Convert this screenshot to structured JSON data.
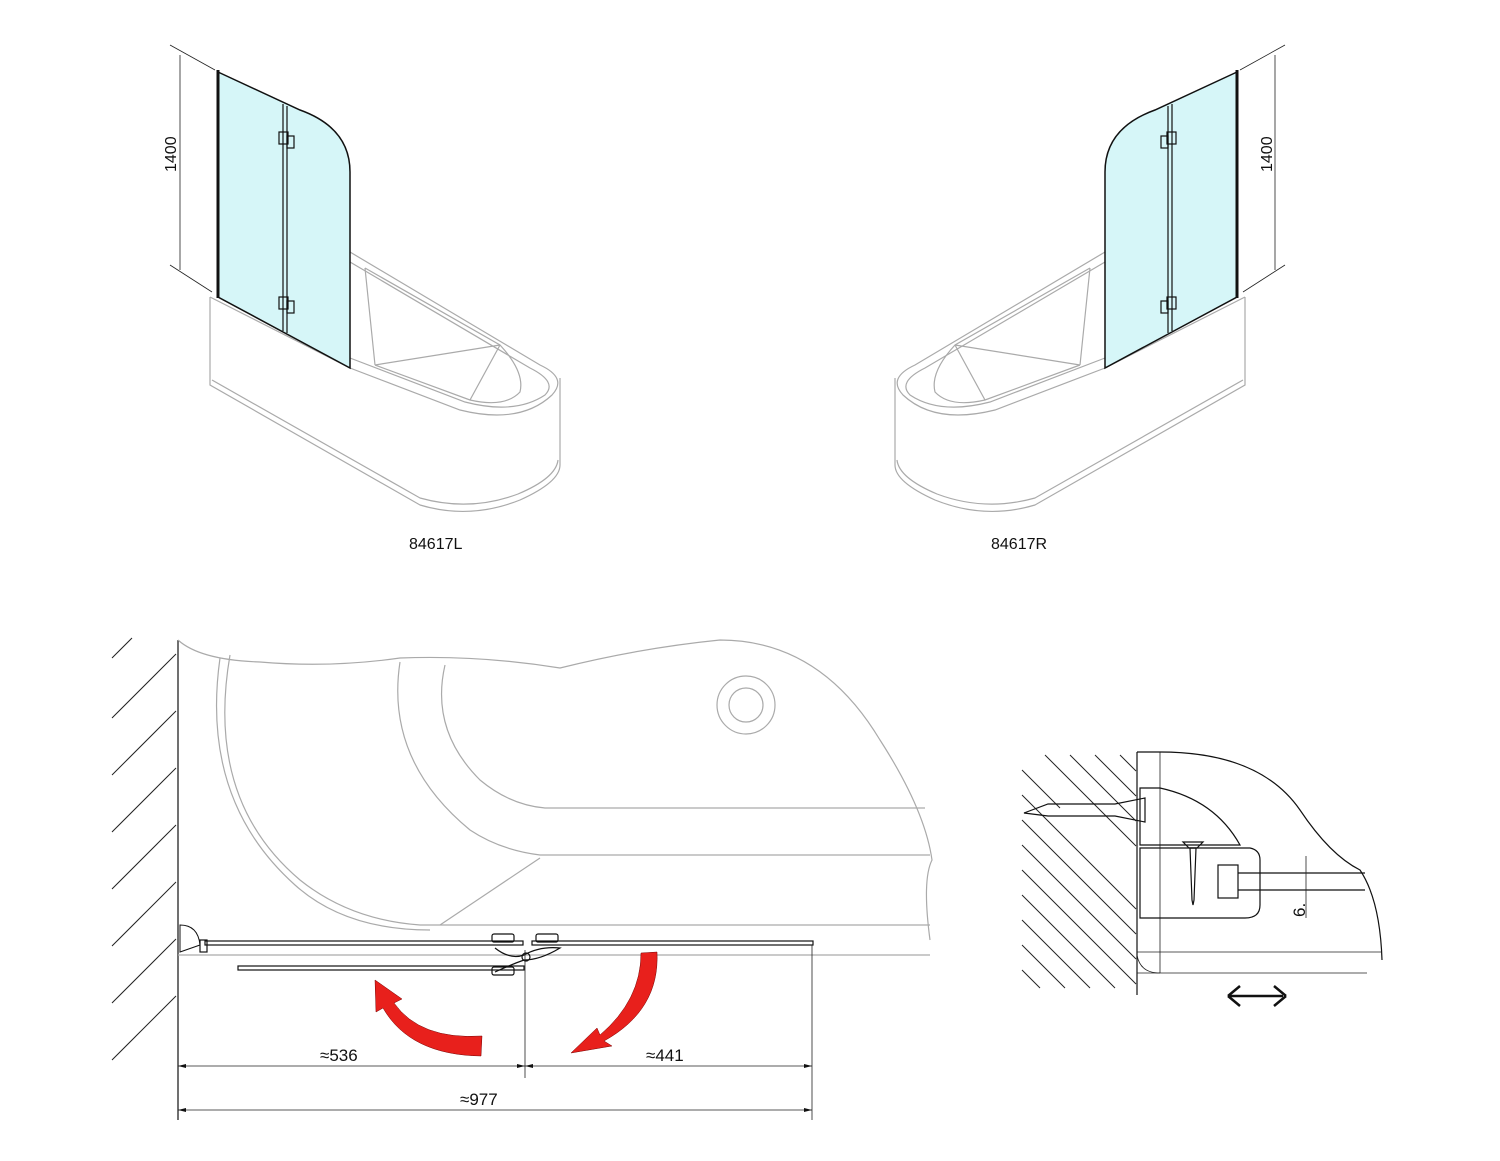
{
  "views": {
    "left": {
      "model_label": "84617L",
      "height_dim": "1400"
    },
    "right": {
      "model_label": "84617R",
      "height_dim": "1400"
    }
  },
  "plan": {
    "dim_left": "≈536",
    "dim_right": "≈441",
    "dim_total": "≈977"
  },
  "detail": {
    "glass_thickness": "6."
  },
  "colors": {
    "glass": "#d6f6f8",
    "arrow": "#e8201c",
    "tub_line": "#aaaaaa"
  }
}
